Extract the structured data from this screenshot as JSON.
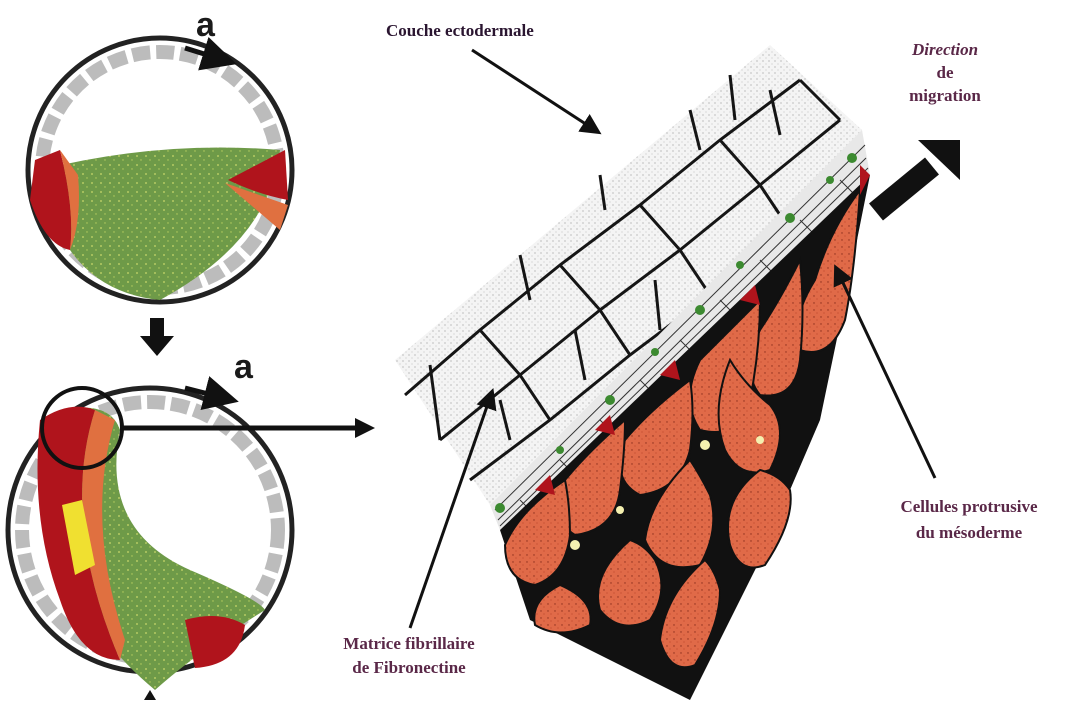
{
  "stage_labels": {
    "top": "a",
    "bottom": "a"
  },
  "labels": {
    "ectoderm": "Couche ectodermale",
    "direction": [
      "Direction",
      "de",
      "migration"
    ],
    "mesoderm": [
      "Cellules protrusive",
      "du mésoderme"
    ],
    "matrix": [
      "Matrice fibrillaire",
      "de Fibronectine"
    ]
  },
  "colors": {
    "yolk_green": "#6e9a48",
    "mesoderm_red": "#b0141c",
    "cell_orange": "#e06a48",
    "matrix_black": "#111111",
    "label_text": "#2a1530"
  }
}
